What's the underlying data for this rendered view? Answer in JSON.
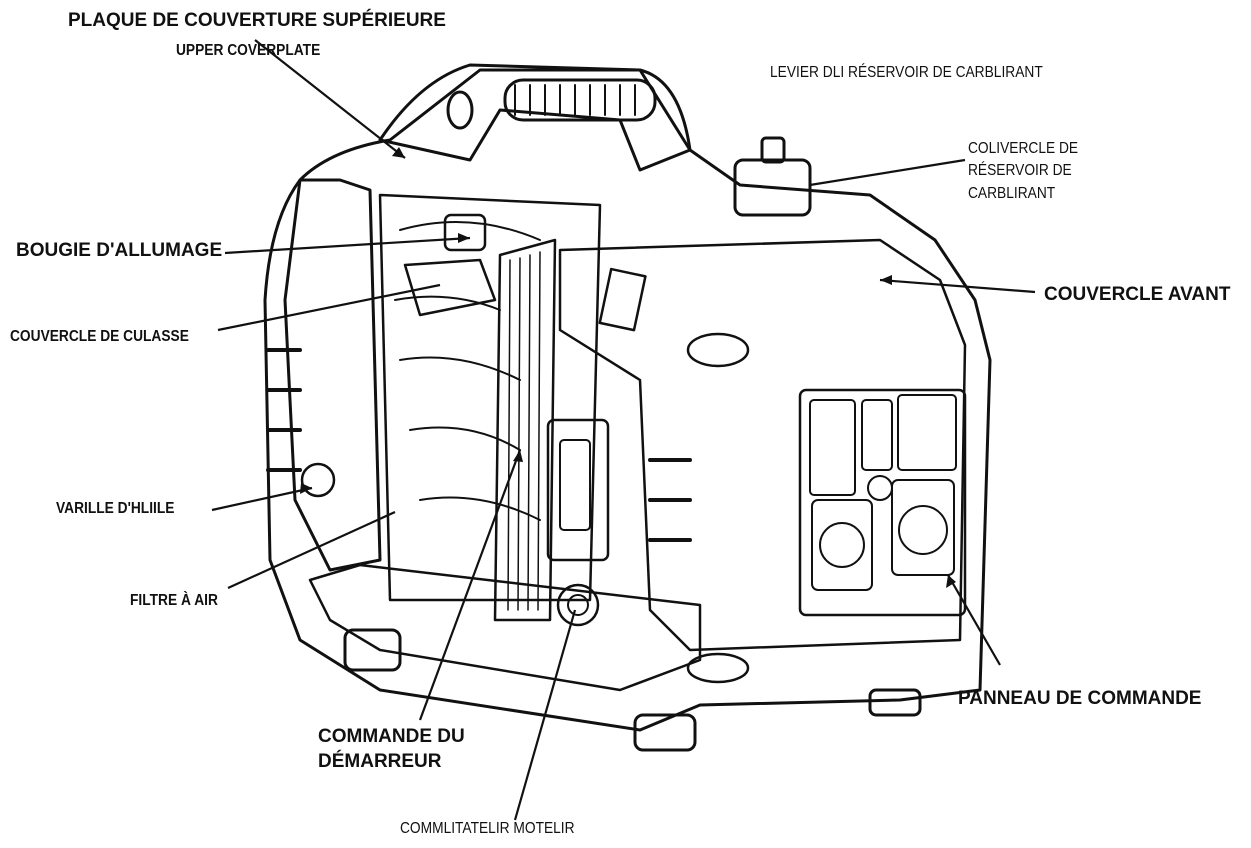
{
  "diagram": {
    "labels": {
      "upper_coverplate_fr": "PLAQUE DE COUVERTURE SUPÉRIEURE",
      "upper_coverplate_en": "UPPER COVERPLATE",
      "fuel_tank_lever": "LEVIER DLI RÉSERVOIR DE CARBLIRANT",
      "fuel_cap_line1": "COLIVERCLE DE",
      "fuel_cap_line2": "RÉSERVOIR DE",
      "fuel_cap_line3": "CARBLIRANT",
      "spark_plug": "BOUGIE D'ALLUMAGE",
      "front_cover": "COUVERCLE AVANT",
      "cylinder_head_cover": "COUVERCLE DE CULASSE",
      "oil_dipstick": "VARILLE D'HLIILE",
      "air_filter": "FILTRE À AIR",
      "control_panel": "PANNEAU DE COMMANDE",
      "starter_control_line1": "COMMANDE DU",
      "starter_control_line2": "DÉMARREUR",
      "engine_switch": "COMMLITATELIR MOTELIR"
    },
    "colors": {
      "line": "#111111",
      "background": "#ffffff"
    }
  }
}
